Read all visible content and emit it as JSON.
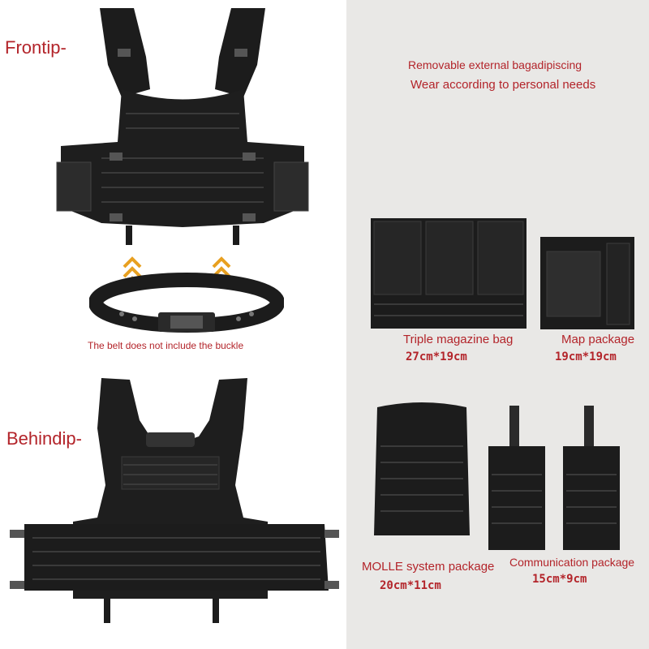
{
  "labels": {
    "front": "Frontip-",
    "behind": "Behindip-",
    "belt_note": "The belt does not include the buckle",
    "info_line1": "Removable external bagadipiscing",
    "info_line2": "Wear according to personal needs"
  },
  "products": [
    {
      "name": "Triple magazine bag",
      "size": "27cm*19cm"
    },
    {
      "name": "Map package",
      "size": "19cm*19cm"
    },
    {
      "name": "MOLLE system package",
      "size": "20cm*11cm"
    },
    {
      "name": "Communication package",
      "size": "15cm*9cm"
    }
  ],
  "colors": {
    "text_accent": "#b3242a",
    "gear": "#1c1c1c",
    "right_background": "#e9e8e6",
    "arrow": "#e8a020"
  }
}
